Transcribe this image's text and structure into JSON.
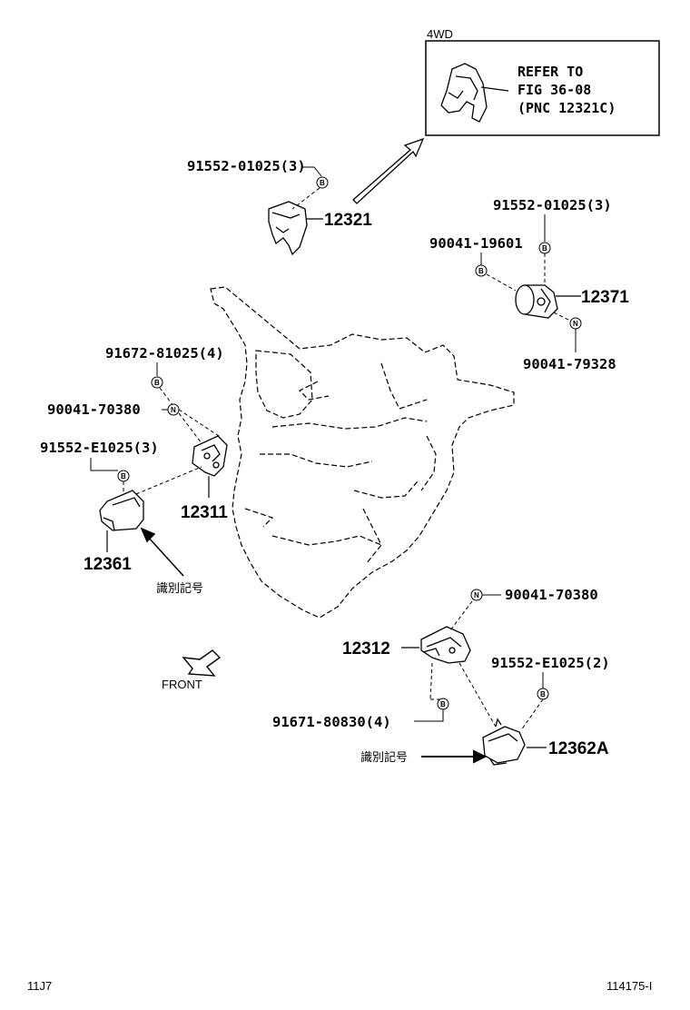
{
  "figure": {
    "variant_label": "4WD",
    "refer_box": {
      "line1": "REFER TO",
      "line2": "FIG 36-08",
      "line3": "(PNC 12321C)"
    },
    "front_label": "FRONT",
    "ident_mark_label_1": "識別記号",
    "ident_mark_label_2": "識別記号",
    "footer_left": "11J7",
    "footer_right": "114175-I"
  },
  "markers": {
    "bolt": "B",
    "nut": "N"
  },
  "part_numbers": {
    "pn_91552_01025_a": "91552-01025(3)",
    "pnc_12321": "12321",
    "pn_91552_01025_b": "91552-01025(3)",
    "pn_90041_19601": "90041-19601",
    "pnc_12371": "12371",
    "pn_90041_79328": "90041-79328",
    "pn_91672_81025": "91672-81025(4)",
    "pn_90041_70380_a": "90041-70380",
    "pn_91552_e1025_a": "91552-E1025(3)",
    "pnc_12311": "12311",
    "pnc_12361": "12361",
    "pn_90041_70380_b": "90041-70380",
    "pnc_12312": "12312",
    "pn_91552_e1025_b": "91552-E1025(2)",
    "pn_91671_80830": "91671-80830(4)",
    "pnc_12362a": "12362A"
  }
}
